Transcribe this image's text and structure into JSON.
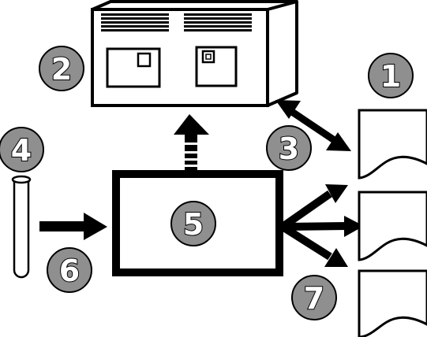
{
  "colors": {
    "ink": "#000000",
    "paper": "#ffffff",
    "badge_fill": "#8f8f8f"
  },
  "labels": {
    "documents": "1",
    "instrument": "2",
    "link_arrow": "3",
    "sample_tube": "4",
    "processor": "5",
    "input_arrow": "6",
    "output_arrows": "7"
  }
}
